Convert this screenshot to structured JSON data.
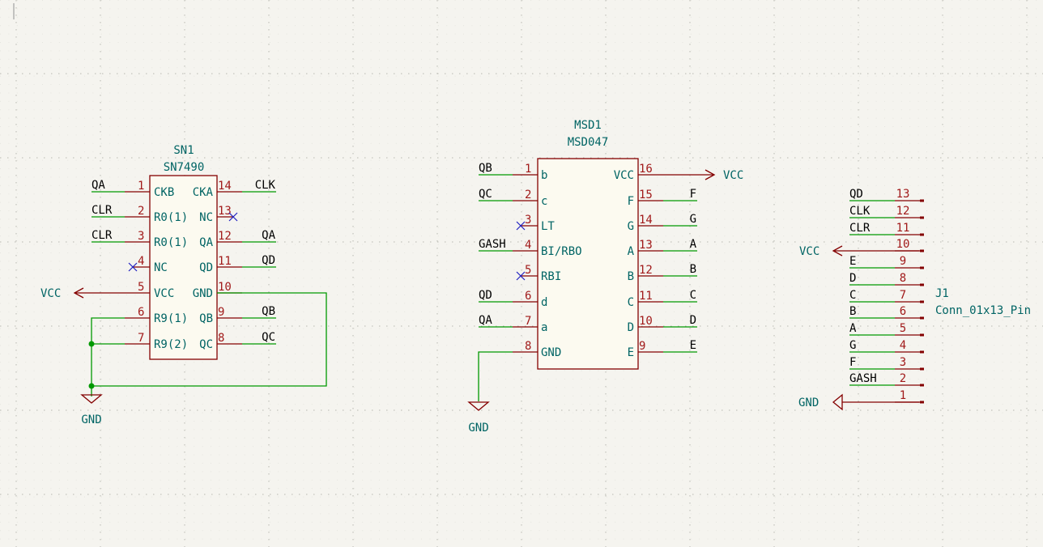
{
  "components": {
    "sn1": {
      "ref": "SN1",
      "value": "SN7490",
      "left_pins": [
        {
          "num": "1",
          "name": "CKB",
          "label": "QA",
          "nc": false
        },
        {
          "num": "2",
          "name": "R0(1)",
          "label": "CLR",
          "nc": false
        },
        {
          "num": "3",
          "name": "R0(1)",
          "label": "CLR",
          "nc": false
        },
        {
          "num": "4",
          "name": "NC",
          "label": "",
          "nc": true
        },
        {
          "num": "5",
          "name": "VCC",
          "label": "",
          "nc": false
        },
        {
          "num": "6",
          "name": "R9(1)",
          "label": "",
          "nc": false
        },
        {
          "num": "7",
          "name": "R9(2)",
          "label": "",
          "nc": false
        }
      ],
      "right_pins": [
        {
          "num": "14",
          "name": "CKA",
          "label": "CLK",
          "nc": false
        },
        {
          "num": "13",
          "name": "NC",
          "label": "",
          "nc": true
        },
        {
          "num": "12",
          "name": "QA",
          "label": "QA",
          "nc": false
        },
        {
          "num": "11",
          "name": "QD",
          "label": "QD",
          "nc": false
        },
        {
          "num": "10",
          "name": "GND",
          "label": "",
          "nc": false
        },
        {
          "num": "9",
          "name": "QB",
          "label": "QB",
          "nc": false
        },
        {
          "num": "8",
          "name": "QC",
          "label": "QC",
          "nc": false
        }
      ]
    },
    "msd1": {
      "ref": "MSD1",
      "value": "MSD047",
      "left_pins": [
        {
          "num": "1",
          "name": "b",
          "label": "QB",
          "nc": false
        },
        {
          "num": "2",
          "name": "c",
          "label": "QC",
          "nc": false
        },
        {
          "num": "3",
          "name": "LT",
          "label": "",
          "nc": true
        },
        {
          "num": "4",
          "name": "BI/RBO",
          "label": "GASH",
          "nc": false
        },
        {
          "num": "5",
          "name": "RBI",
          "label": "",
          "nc": true
        },
        {
          "num": "6",
          "name": "d",
          "label": "QD",
          "nc": false
        },
        {
          "num": "7",
          "name": "a",
          "label": "QA",
          "nc": false
        },
        {
          "num": "8",
          "name": "GND",
          "label": "",
          "nc": false
        }
      ],
      "right_pins": [
        {
          "num": "16",
          "name": "VCC",
          "label": "",
          "nc": false
        },
        {
          "num": "15",
          "name": "F",
          "label": "F",
          "nc": false
        },
        {
          "num": "14",
          "name": "G",
          "label": "G",
          "nc": false
        },
        {
          "num": "13",
          "name": "A",
          "label": "A",
          "nc": false
        },
        {
          "num": "12",
          "name": "B",
          "label": "B",
          "nc": false
        },
        {
          "num": "11",
          "name": "C",
          "label": "C",
          "nc": false
        },
        {
          "num": "10",
          "name": "D",
          "label": "D",
          "nc": false
        },
        {
          "num": "9",
          "name": "E",
          "label": "E",
          "nc": false
        }
      ]
    },
    "j1": {
      "ref": "J1",
      "value": "Conn_01x13_Pin",
      "pins": [
        {
          "num": "13",
          "label": "QD"
        },
        {
          "num": "12",
          "label": "CLK"
        },
        {
          "num": "11",
          "label": "CLR"
        },
        {
          "num": "10",
          "label": ""
        },
        {
          "num": "9",
          "label": "E"
        },
        {
          "num": "8",
          "label": "D"
        },
        {
          "num": "7",
          "label": "C"
        },
        {
          "num": "6",
          "label": "B"
        },
        {
          "num": "5",
          "label": "A"
        },
        {
          "num": "4",
          "label": "G"
        },
        {
          "num": "3",
          "label": "F"
        },
        {
          "num": "2",
          "label": "GASH"
        },
        {
          "num": "1",
          "label": ""
        }
      ]
    }
  },
  "power": {
    "vcc_sn1": "VCC",
    "gnd_sn1": "GND",
    "vcc_msd1": "VCC",
    "gnd_msd1": "GND",
    "vcc_j1": "VCC",
    "gnd_j1": "GND"
  },
  "colors": {
    "background": "#f5f4ef",
    "symbol_outline": "#840000",
    "wire": "#009900",
    "pin_name": "#006464",
    "pin_number": "#a11a1a",
    "no_connect": "#2020c0"
  }
}
